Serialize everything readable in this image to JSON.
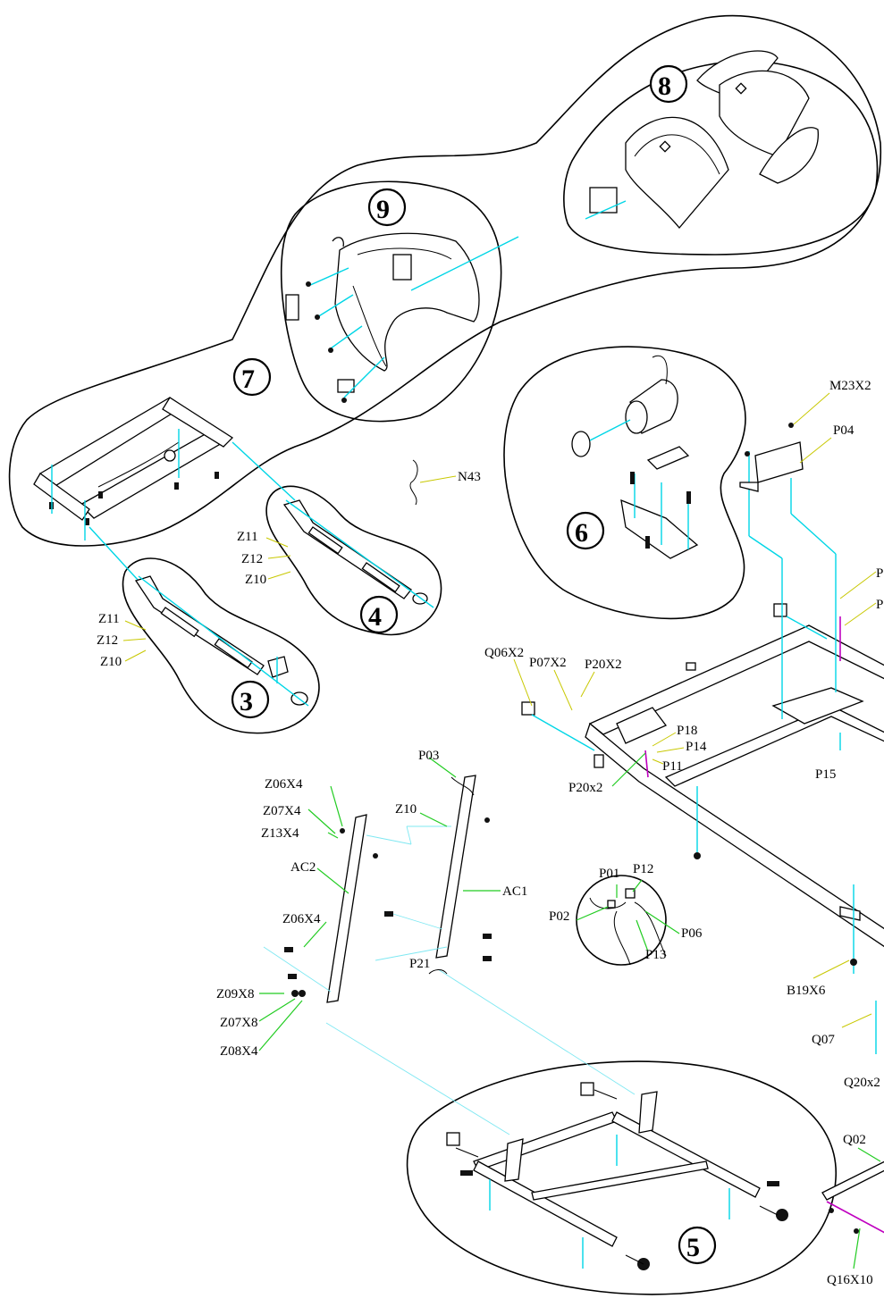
{
  "groups": [
    {
      "id": "3",
      "label": "3"
    },
    {
      "id": "4",
      "label": "4"
    },
    {
      "id": "5",
      "label": "5"
    },
    {
      "id": "6",
      "label": "6"
    },
    {
      "id": "7",
      "label": "7"
    },
    {
      "id": "8",
      "label": "8"
    },
    {
      "id": "9",
      "label": "9"
    }
  ],
  "labels": {
    "m23x2": "M23X2",
    "p04": "P04",
    "n43": "N43",
    "z11_a": "Z11",
    "z12_a": "Z12",
    "z10_a": "Z10",
    "z11_b": "Z11",
    "z12_b": "Z12",
    "z10_b": "Z10",
    "q06x2": "Q06X2",
    "p07x2": "P07X2",
    "p20x2_a": "P20X2",
    "p18": "P18",
    "p14": "P14",
    "p11": "P11",
    "p20x2_b": "P20x2",
    "p15": "P15",
    "p03": "P03",
    "z06x4_a": "Z06X4",
    "z07x4": "Z07X4",
    "z13x4": "Z13X4",
    "z10_c": "Z10",
    "ac2": "AC2",
    "ac1": "AC1",
    "z06x4_b": "Z06X4",
    "p21": "P21",
    "z09x8": "Z09X8",
    "z07x8": "Z07X8",
    "z08x4": "Z08X4",
    "p01": "P01",
    "p12": "P12",
    "p02": "P02",
    "p06": "P06",
    "p13": "P13",
    "b19x6": "B19X6",
    "q07": "Q07",
    "q20x2": "Q20x2",
    "q02": "Q02",
    "q16x10": "Q16X10",
    "p_edge1": "P",
    "p_edge2": "P"
  },
  "colors": {
    "outline": "#000000",
    "assembly_line": "#00d6e6",
    "leader_yellow": "#c8c800",
    "leader_green": "#22cc22",
    "accent_magenta": "#c000c0"
  }
}
